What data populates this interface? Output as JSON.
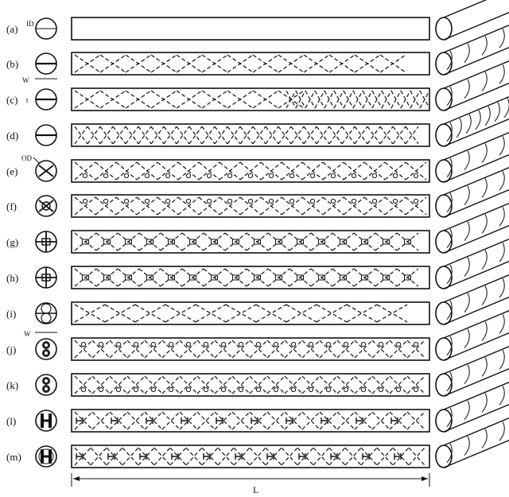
{
  "rows": [
    {
      "label": "(a)",
      "pattern": "plain"
    },
    {
      "label": "(b)",
      "pattern": "twist"
    },
    {
      "label": "(c)",
      "pattern": "twist-varying"
    },
    {
      "label": "(d)",
      "pattern": "twist-tight"
    },
    {
      "label": "(e)",
      "pattern": "perforated-twist"
    },
    {
      "label": "(f)",
      "pattern": "perforated-twist"
    },
    {
      "label": "(g)",
      "pattern": "cross-twist"
    },
    {
      "label": "(h)",
      "pattern": "cross-twist"
    },
    {
      "label": "(i)",
      "pattern": "twin-twist"
    },
    {
      "label": "(j)",
      "pattern": "twin-perforated"
    },
    {
      "label": "(k)",
      "pattern": "twin-perforated"
    },
    {
      "label": "(l)",
      "pattern": "h-insert"
    },
    {
      "label": "(m)",
      "pattern": "h-insert-dense"
    }
  ],
  "dimensions": {
    "inner_diameter": "ID",
    "width": "W",
    "thickness": "t",
    "outer_diameter": "OD",
    "twin_width": "W",
    "length": "L"
  }
}
